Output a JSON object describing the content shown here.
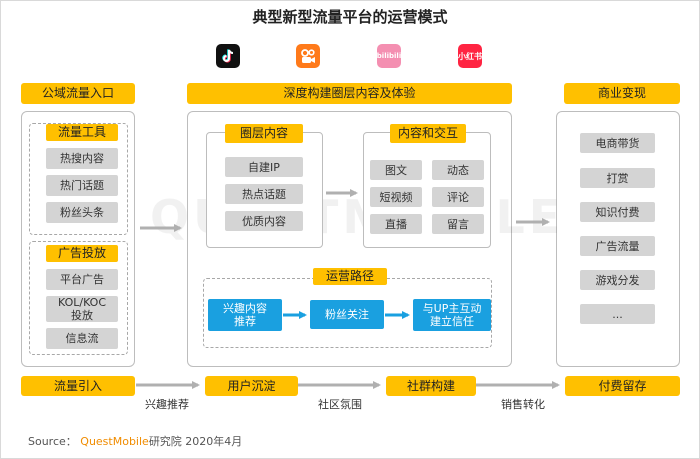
{
  "title": "典型新型流量平台的运营模式",
  "apps": [
    "tiktok-icon",
    "kuaishou-icon",
    "bilibili-icon",
    "xiaohongshu-icon"
  ],
  "xiaohongshu_text": "小红书",
  "bilibili_text": "bilibili",
  "headers": {
    "entry": "公域流量入口",
    "content": "深度构建圈层内容及体验",
    "monetize": "商业变现"
  },
  "left": {
    "group1": {
      "title": "流量工具",
      "items": [
        "热搜内容",
        "热门话题",
        "粉丝头条"
      ]
    },
    "group2": {
      "title": "广告投放",
      "items": [
        "平台广告",
        "KOL/KOC\n投放",
        "信息流"
      ]
    }
  },
  "circle": {
    "title": "圈层内容",
    "items": [
      "自建IP",
      "热点话题",
      "优质内容"
    ]
  },
  "interact": {
    "title": "内容和交互",
    "items": [
      "图文",
      "动态",
      "短视频",
      "评论",
      "直播",
      "留言"
    ]
  },
  "ops": {
    "title": "运营路径",
    "steps": [
      "兴趣内容\n推荐",
      "粉丝关注",
      "与UP主互动\n建立信任"
    ]
  },
  "monetize_items": [
    "电商带货",
    "打赏",
    "知识付费",
    "广告流量",
    "游戏分发",
    "..."
  ],
  "flow": {
    "stages": [
      "流量引入",
      "用户沉淀",
      "社群构建",
      "付费留存"
    ],
    "transitions": [
      "兴趣推荐",
      "社区氛围",
      "销售转化"
    ]
  },
  "source": {
    "prefix": "Source：",
    "brand": "QuestMobile",
    "suffix": "研究院 2020年4月"
  },
  "colors": {
    "accent": "#ffc000",
    "blue": "#1aa0e0",
    "gray": "#d4d4d4"
  }
}
